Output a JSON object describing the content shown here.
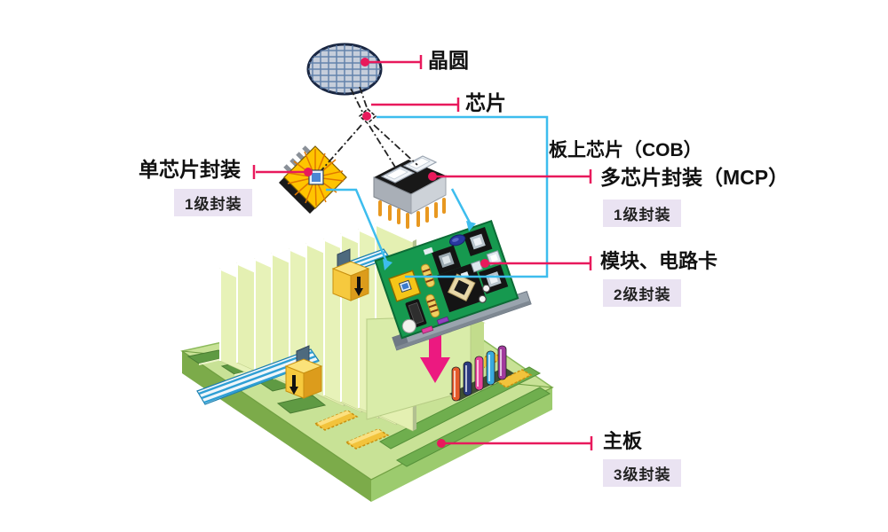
{
  "labels": {
    "wafer": "晶圆",
    "chip": "芯片",
    "single_chip_package": "单芯片封装",
    "single_chip_level": "1级封装",
    "cob": "板上芯片（COB）",
    "mcp": "多芯片封装（MCP）",
    "mcp_level": "1级封装",
    "module_card": "模块、电路卡",
    "module_level": "2级封装",
    "mainboard": "主板",
    "mainboard_level": "3级封装"
  },
  "colors": {
    "leader_line_pink": "#e8195c",
    "connector_line_cyan": "#3dbdee",
    "level_tag_background": "#eae3f2",
    "label_text": "#111111",
    "board_green": "#c8e296",
    "card_green": "#16994f",
    "package_yellow": "#ffc400",
    "insert_arrow_magenta": "#ec1980"
  }
}
